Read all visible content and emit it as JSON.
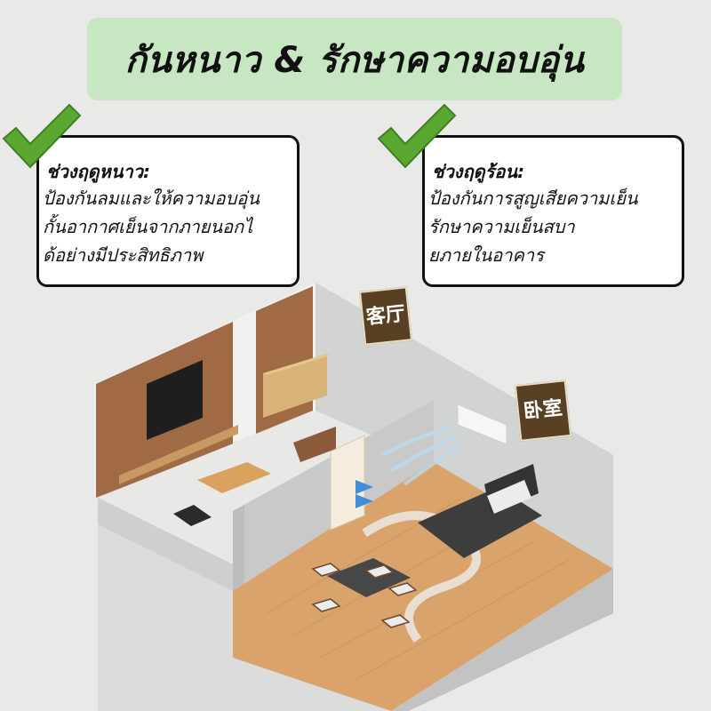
{
  "banner": {
    "title": "กันหนาว & รักษาความอบอุ่น"
  },
  "cards": [
    {
      "heading": "ช่วงฤดูหนาว:",
      "lines": [
        "ป้องกันลมและให้ความอบอุ่น",
        "กั้นอากาศเย็นจากภายนอกไ",
        "ด้อย่างมีประสิทธิภาพ"
      ],
      "icon": "checkmark-icon"
    },
    {
      "heading": "ช่วงฤดูร้อน:",
      "lines": [
        "ป้องกันการสูญเสียความเย็น",
        "รักษาความเย็นสบา",
        "ยภายในอาคาร"
      ],
      "icon": "checkmark-icon"
    }
  ],
  "signs": {
    "living_room": "客厅",
    "bedroom": "卧室"
  },
  "colors": {
    "banner_bg": "#c6e7c1",
    "check_green": "#5aa832",
    "wood": "#a06b44",
    "floor_wood": "#d9a36b",
    "wall_grey": "#d2d3d3"
  }
}
